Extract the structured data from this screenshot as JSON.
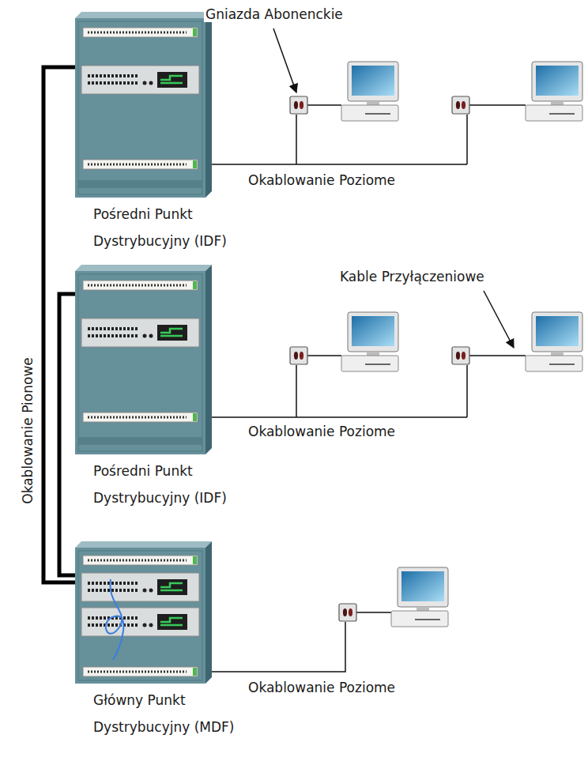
{
  "diagram": {
    "nodes": [
      {
        "text": [
          "Pośredni Punkt Dystrybucyjny (IDF)"
        ]
      },
      {
        "text": [
          "Pośredni Punkt Dystrybucyjny (IDF)"
        ]
      },
      {
        "text": [
          "Główny Punkt Dystrybucyjny (MDF)"
        ]
      }
    ],
    "edges": [
      {
        "from": 0,
        "to": 2,
        "arrow": "none"
      },
      {
        "from": 1,
        "to": 2,
        "arrow": "none"
      }
    ],
    "labels": [
      "Gniazda Abonenckie",
      "Okablowanie Poziome",
      "Okablowanie Poziome",
      "Kable Przyłączeniowe",
      "Okablowanie Poziome",
      "Okablowanie Pionowe"
    ]
  }
}
